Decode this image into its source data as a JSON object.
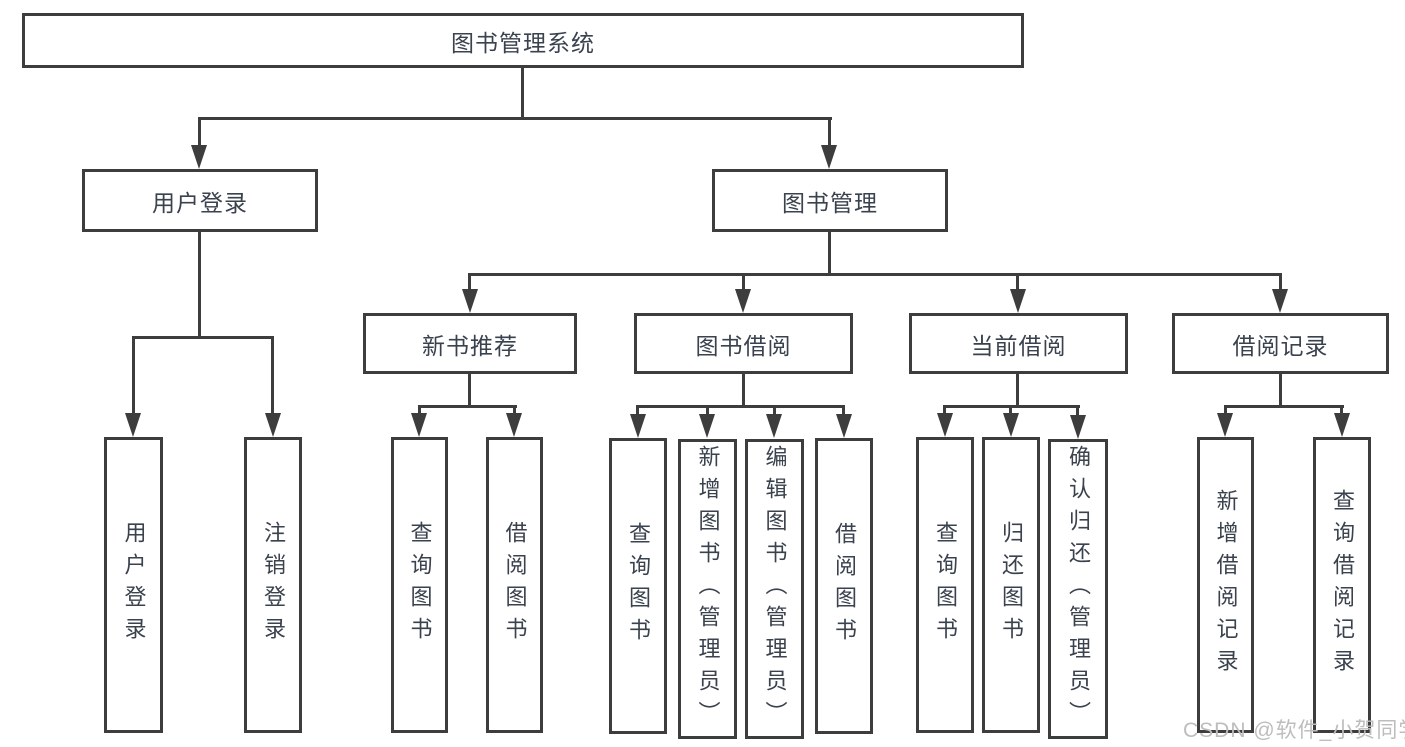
{
  "boxes": {
    "root": "图书管理系统",
    "l2": [
      "用户登录",
      "图书管理"
    ],
    "l3": [
      "新书推荐",
      "图书借阅",
      "当前借阅",
      "借阅记录"
    ],
    "leaf": [
      "用户登录",
      "注销登录",
      "查询图书",
      "借阅图书",
      "查询图书",
      "新增图书（管理员）",
      "编辑图书（管理员）",
      "借阅图书",
      "查询图书",
      "归还图书",
      "确认归还（管理员）",
      "新增借阅记录",
      "查询借阅记录"
    ]
  },
  "watermark": "CSDN @软件_小贺同学",
  "colors": {
    "line": "#3d3d3d",
    "text": "#3a424e",
    "watermark": "#bdbdbd",
    "background": "#ffffff"
  }
}
